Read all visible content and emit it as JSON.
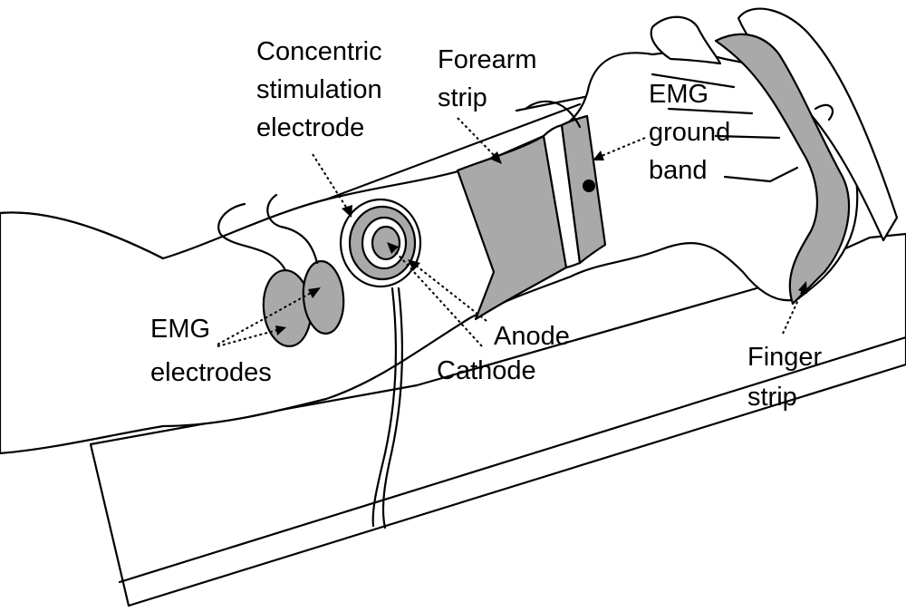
{
  "labels": {
    "concentric_electrode": [
      "Concentric",
      "stimulation",
      "electrode"
    ],
    "forearm_strip": [
      "Forearm",
      "strip"
    ],
    "emg_ground_band": [
      "EMG",
      "ground",
      "band"
    ],
    "emg_electrodes": [
      "EMG",
      "electrodes"
    ],
    "anode": "Anode",
    "cathode": "Cathode",
    "finger_strip": [
      "Finger",
      "strip"
    ]
  },
  "colors": {
    "fill_gray": "#a9a9a9",
    "line": "#000000",
    "background": "#ffffff"
  }
}
